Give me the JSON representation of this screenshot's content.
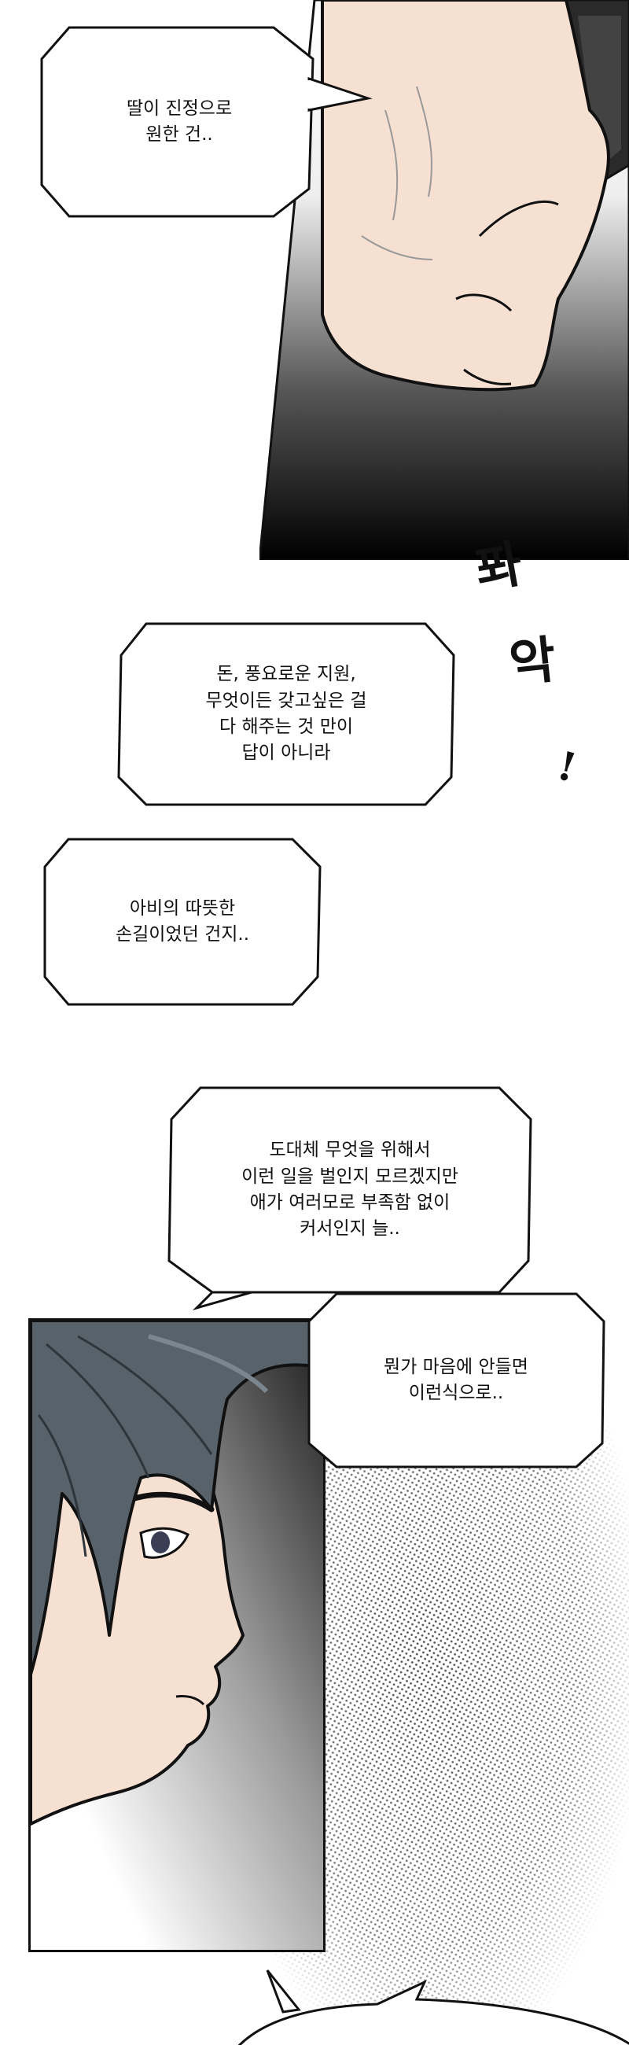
{
  "bubbles": {
    "b1": "딸이 진정으로\n원한 건..",
    "b2": "돈, 풍요로운 지원,\n무엇이든 갖고싶은 걸\n다 해주는 것 만이\n답이 아니라",
    "b3": "아비의 따뜻한\n손길이었던 건지..",
    "b4": "도대체 무엇을 위해서\n이런 일을 벌인지 모르겠지만\n애가 여러모로 부족함 없이\n커서인지 늘..",
    "b5": "뭔가 마음에 안들면\n이런식으로.."
  },
  "sfx": {
    "syllable_1": "퐈",
    "syllable_2": "악",
    "dots": "!"
  },
  "colors": {
    "skin": "#f6e0d2",
    "hair": "#58626a",
    "ink": "#111111",
    "phone": "#2a2a2a"
  }
}
